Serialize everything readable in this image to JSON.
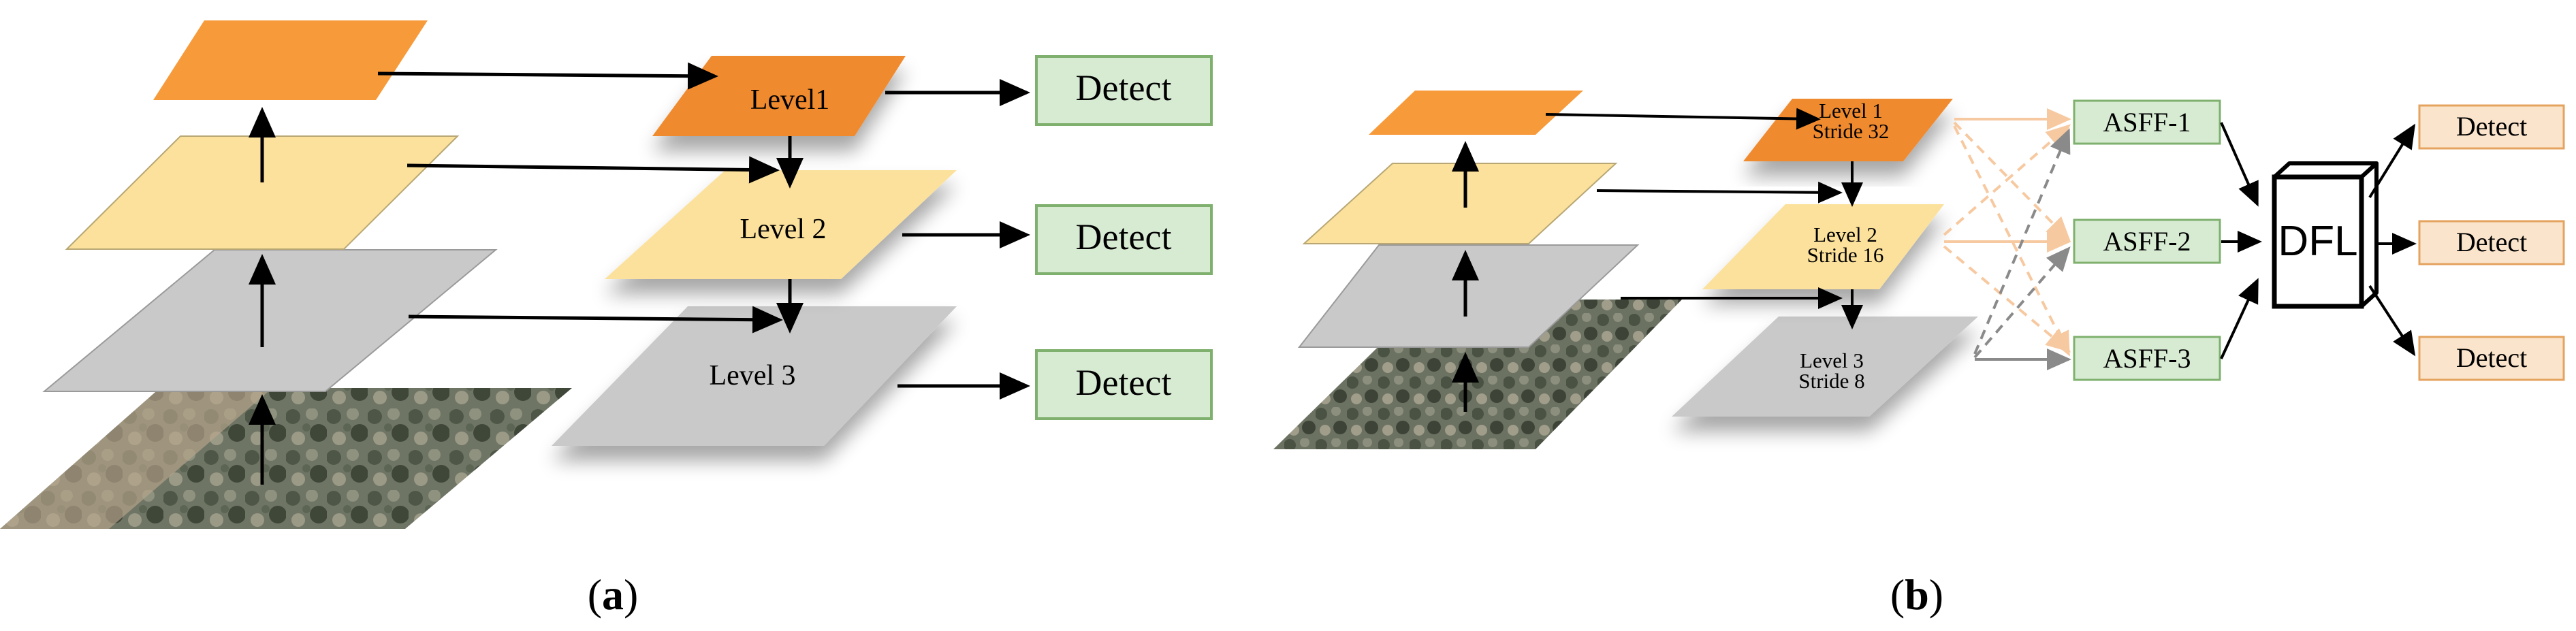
{
  "panel_a": {
    "caption_open": "(",
    "caption_letter": "a",
    "caption_close": ")",
    "levels": [
      "Level1",
      "Level 2",
      "Level 3"
    ],
    "detect": [
      "Detect",
      "Detect",
      "Detect"
    ]
  },
  "panel_b": {
    "caption_open": "(",
    "caption_letter": "b",
    "caption_close": ")",
    "levels": [
      {
        "name": "Level 1",
        "stride": "Stride 32"
      },
      {
        "name": "Level 2",
        "stride": "Stride 16"
      },
      {
        "name": "Level 3",
        "stride": "Stride 8"
      }
    ],
    "asff": [
      "ASFF-1",
      "ASFF-2",
      "ASFF-3"
    ],
    "dfl": "DFL",
    "detect": [
      "Detect",
      "Detect",
      "Detect"
    ]
  },
  "colors": {
    "orange": "#F79A3A",
    "yellow": "#FBE19C",
    "gray": "#C9C9C9",
    "detect_green_fill": "#D7EBD3",
    "detect_green_stroke": "#7FB06E",
    "detect_orange_fill": "#FBE4CC",
    "detect_orange_stroke": "#E4A35F",
    "arrow": "#000000",
    "cross_orange": "#F7C9A0",
    "cross_gray": "#8A8A8A"
  }
}
